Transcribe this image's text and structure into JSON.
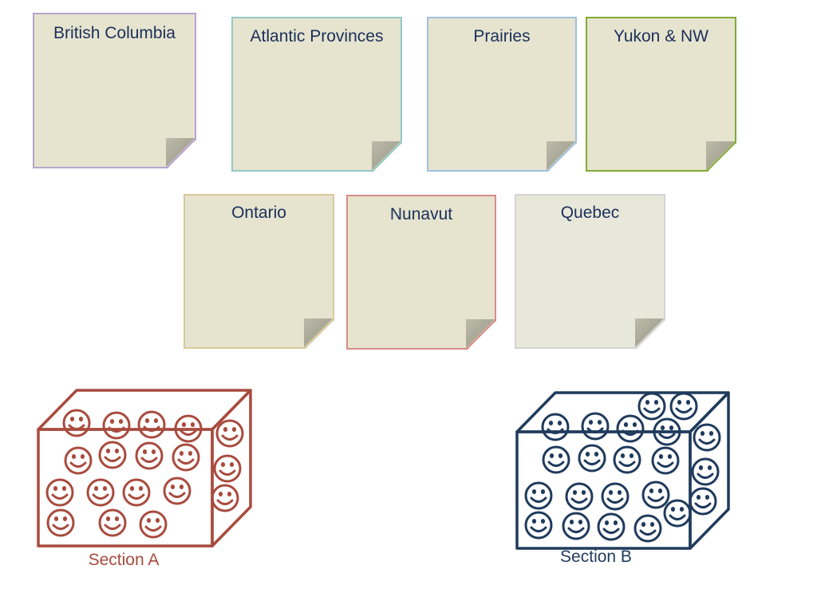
{
  "regions": [
    {
      "id": "british-columbia",
      "label": "British Columbia",
      "border": "#b7a3cf"
    },
    {
      "id": "atlantic-provinces",
      "label": "Atlantic Provinces",
      "border": "#93c9c5"
    },
    {
      "id": "prairies",
      "label": "Prairies",
      "border": "#9fc1dd"
    },
    {
      "id": "yukon-nw",
      "label": "Yukon & NW",
      "border": "#82ab33"
    },
    {
      "id": "ontario",
      "label": "Ontario",
      "border": "#d9c89a"
    },
    {
      "id": "nunavut",
      "label": "Nunavut",
      "border": "#d88d86"
    },
    {
      "id": "quebec",
      "label": "Quebec",
      "border": "#d3d3d3"
    }
  ],
  "sections": [
    {
      "id": "section-a",
      "label": "Section A",
      "color": "#a84b3e"
    },
    {
      "id": "section-b",
      "label": "Section B",
      "color": "#1f3a5c"
    }
  ]
}
